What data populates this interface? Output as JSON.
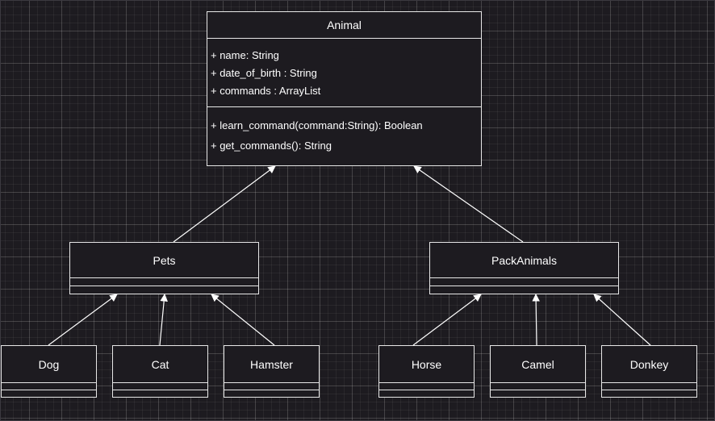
{
  "classes": {
    "animal": {
      "name": "Animal",
      "attributes": [
        "+ name: String",
        "+ date_of_birth : String",
        "+ commands : ArrayList"
      ],
      "operations": [
        "+ learn_command(command:String): Boolean",
        "+ get_commands(): String"
      ]
    },
    "pets": {
      "name": "Pets"
    },
    "pack_animals": {
      "name": "PackAnimals"
    },
    "dog": {
      "name": "Dog"
    },
    "cat": {
      "name": "Cat"
    },
    "hamster": {
      "name": "Hamster"
    },
    "horse": {
      "name": "Horse"
    },
    "camel": {
      "name": "Camel"
    },
    "donkey": {
      "name": "Donkey"
    }
  },
  "relationships": [
    {
      "from": "Pets",
      "to": "Animal",
      "type": "inheritance"
    },
    {
      "from": "PackAnimals",
      "to": "Animal",
      "type": "inheritance"
    },
    {
      "from": "Dog",
      "to": "Pets",
      "type": "inheritance"
    },
    {
      "from": "Cat",
      "to": "Pets",
      "type": "inheritance"
    },
    {
      "from": "Hamster",
      "to": "Pets",
      "type": "inheritance"
    },
    {
      "from": "Horse",
      "to": "PackAnimals",
      "type": "inheritance"
    },
    {
      "from": "Camel",
      "to": "PackAnimals",
      "type": "inheritance"
    },
    {
      "from": "Donkey",
      "to": "PackAnimals",
      "type": "inheritance"
    }
  ]
}
